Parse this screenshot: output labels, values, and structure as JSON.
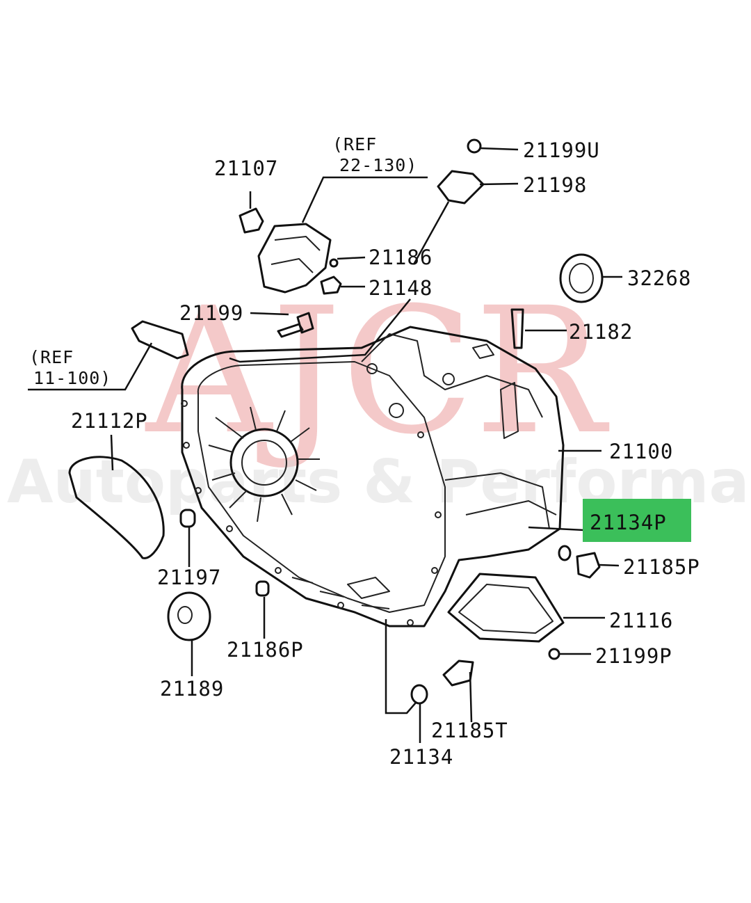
{
  "watermark": {
    "brand": "AJCR",
    "tagline": "Autoparts & Performance"
  },
  "refs": [
    {
      "line1": "(REF",
      "line2": "22-130)"
    },
    {
      "line1": "(REF",
      "line2": "11-100)"
    }
  ],
  "labels": {
    "p21199U": "21199U",
    "p21198": "21198",
    "p21107": "21107",
    "p21186": "21186",
    "p21148": "21148",
    "p32268": "32268",
    "p21199": "21199",
    "p21182": "21182",
    "p21112P": "21112P",
    "p21100": "21100",
    "p21134P": "21134P",
    "p21185P": "21185P",
    "p21197": "21197",
    "p21116": "21116",
    "p21186P": "21186P",
    "p21199P": "21199P",
    "p21189": "21189",
    "p21185T": "21185T",
    "p21134": "21134"
  },
  "highlight": {
    "part": "21134P",
    "color": "#3bbf5a"
  }
}
